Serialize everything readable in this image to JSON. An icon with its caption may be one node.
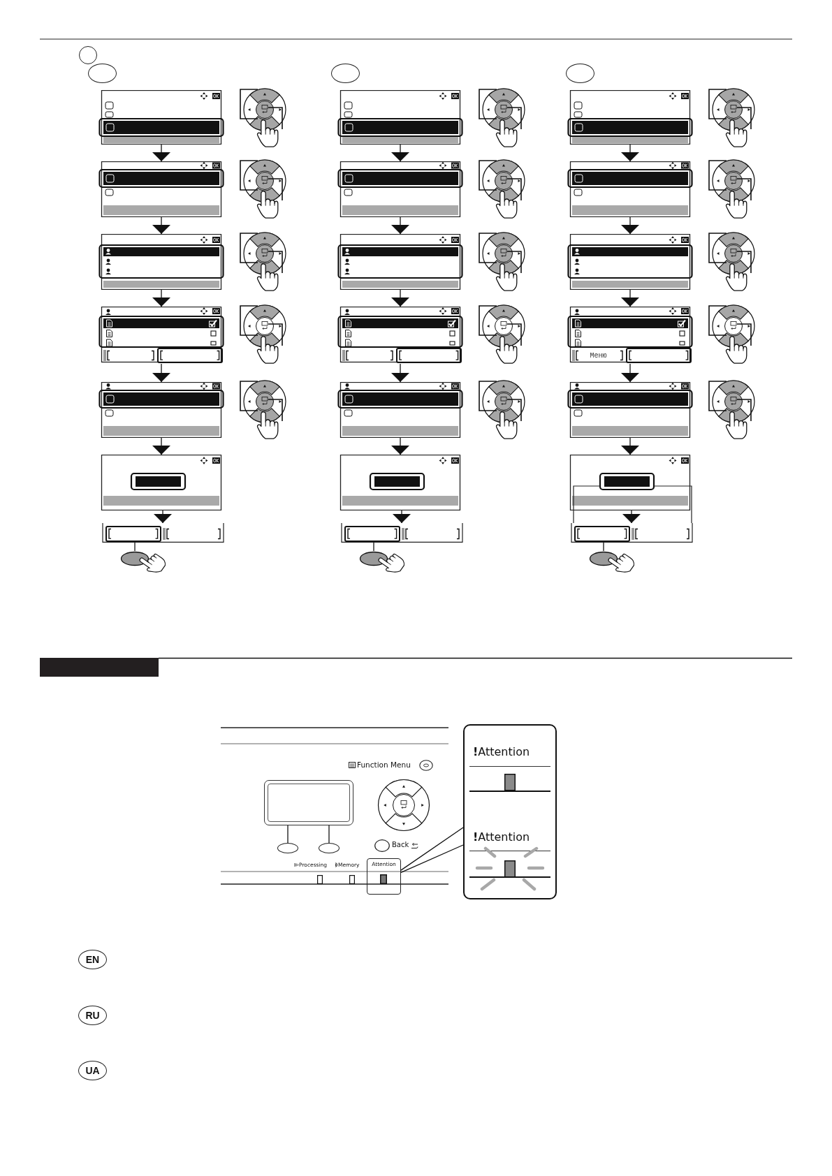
{
  "diagram": {
    "nodes": [
      {
        "text": [],
        "shape": "circle"
      },
      {
        "text": [],
        "shape": "oval"
      },
      {
        "text": [],
        "shape": "picture"
      },
      {
        "text": [],
        "shape": "picture"
      },
      {
        "text": [],
        "shape": "picture"
      },
      {
        "text": [],
        "shape": "picture"
      },
      {
        "text": [],
        "shape": "picture"
      },
      {
        "text": [],
        "shape": "picture"
      },
      {
        "text": [],
        "shape": "picture"
      },
      {
        "text": [],
        "shape": "picture"
      },
      {
        "text": [],
        "shape": "oval"
      },
      {
        "text": [],
        "shape": "picture"
      },
      {
        "text": [],
        "shape": "picture"
      },
      {
        "text": [],
        "shape": "picture"
      },
      {
        "text": [],
        "shape": "picture"
      },
      {
        "text": [],
        "shape": "picture"
      },
      {
        "text": [],
        "shape": "picture"
      },
      {
        "text": [],
        "shape": "picture"
      },
      {
        "text": [],
        "shape": "picture"
      },
      {
        "text": [],
        "shape": "oval"
      },
      {
        "text": [],
        "shape": "picture"
      },
      {
        "text": [],
        "shape": "picture"
      },
      {
        "text": [],
        "shape": "picture"
      },
      {
        "text": [
          "Меню"
        ]
      },
      {
        "text": [],
        "shape": "picture"
      },
      {
        "text": [],
        "shape": "picture"
      },
      {
        "text": [],
        "shape": "picture"
      },
      {
        "text": [],
        "shape": "picture"
      },
      {
        "text": [],
        "shape": "bar"
      },
      {
        "text": [],
        "shape": "box"
      },
      {
        "text": [],
        "shape": "oval"
      },
      {
        "text": [],
        "shape": "oval"
      },
      {
        "text": [
          "Attention"
        ]
      },
      {
        "text": [
          "**!**Attention",
          "**!**Attention"
        ]
      },
      {
        "text": [
          "EN"
        ]
      },
      {
        "text": [
          "RU"
        ]
      },
      {
        "text": [
          "UA"
        ]
      }
    ],
    "edges": [
      {
        "from": 2,
        "to": 3,
        "arrow": "to"
      },
      {
        "from": 3,
        "to": 4,
        "arrow": "to"
      },
      {
        "from": 4,
        "to": 5,
        "arrow": "to"
      },
      {
        "from": 5,
        "to": 6,
        "arrow": "to"
      },
      {
        "from": 6,
        "to": 7,
        "arrow": "to"
      },
      {
        "from": 7,
        "to": 8,
        "arrow": "to"
      },
      {
        "from": 8,
        "to": 9,
        "arrow": "none"
      },
      {
        "from": 11,
        "to": 12,
        "arrow": "to"
      },
      {
        "from": 12,
        "to": 13,
        "arrow": "to"
      },
      {
        "from": 13,
        "to": 14,
        "arrow": "to"
      },
      {
        "from": 14,
        "to": 15,
        "arrow": "to"
      },
      {
        "from": 15,
        "to": 16,
        "arrow": "to"
      },
      {
        "from": 16,
        "to": 17,
        "arrow": "to"
      },
      {
        "from": 17,
        "to": 18,
        "arrow": "none"
      },
      {
        "from": 20,
        "to": 21,
        "arrow": "to"
      },
      {
        "from": 21,
        "to": 22,
        "arrow": "to"
      },
      {
        "from": 22,
        "to": 23,
        "arrow": "to"
      },
      {
        "from": 23,
        "to": 24,
        "arrow": "to"
      },
      {
        "from": 24,
        "to": 25,
        "arrow": "to"
      },
      {
        "from": 25,
        "to": 26,
        "arrow": "to"
      },
      {
        "from": 26,
        "to": 27,
        "arrow": "none"
      },
      {
        "from": 29,
        "to": 30,
        "arrow": "none"
      },
      {
        "from": 29,
        "to": 31,
        "arrow": "none"
      },
      {
        "from": 32,
        "to": 33,
        "arrow": "none"
      }
    ],
    "labels": [
      "Function Menu",
      "Back",
      "Processing",
      "Memory"
    ]
  }
}
